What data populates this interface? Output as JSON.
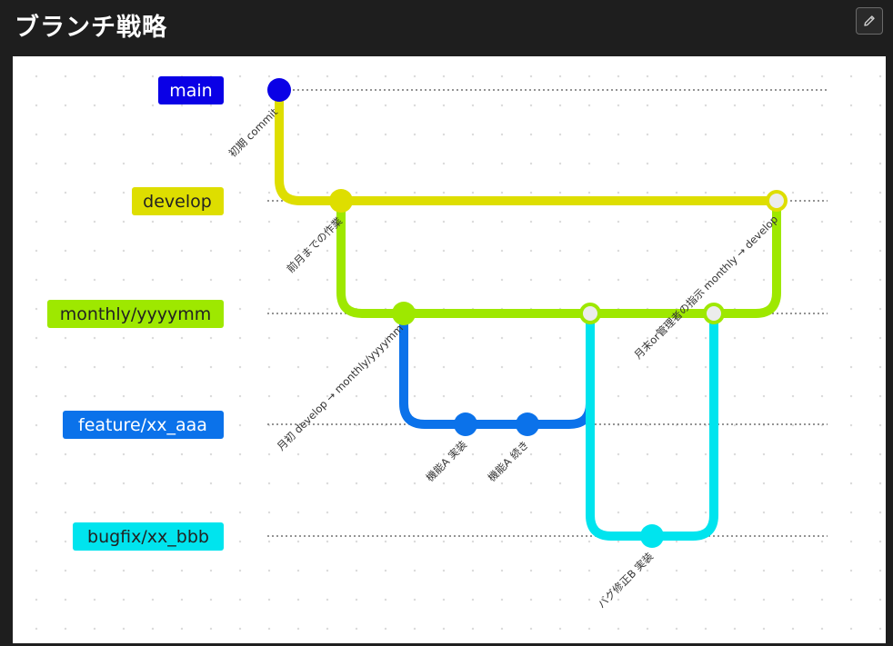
{
  "page": {
    "title": "ブランチ戦略",
    "edit_icon": "pencil-icon"
  },
  "branches": [
    {
      "id": "main",
      "label": "main",
      "color": "#0a00e6",
      "text_color": "#ffffff"
    },
    {
      "id": "develop",
      "label": "develop",
      "color": "#dede00",
      "text_color": "#222222"
    },
    {
      "id": "monthly",
      "label": "monthly/yyyymm",
      "color": "#9ee800",
      "text_color": "#222222"
    },
    {
      "id": "feature",
      "label": "feature/xx_aaa",
      "color": "#0b72ea",
      "text_color": "#ffffff"
    },
    {
      "id": "bugfix",
      "label": "bugfix/xx_bbb",
      "color": "#00e4ee",
      "text_color": "#222222"
    }
  ],
  "commits": [
    {
      "id": "c1",
      "branch": "main",
      "label": "初期 commit"
    },
    {
      "id": "c2",
      "branch": "develop",
      "label": "前月までの作業"
    },
    {
      "id": "c3",
      "branch": "monthly",
      "label": "月初 develop → monthly/yyyymm"
    },
    {
      "id": "c4",
      "branch": "feature",
      "label": "機能A 実装"
    },
    {
      "id": "c5",
      "branch": "feature",
      "label": "機能A 続き"
    },
    {
      "id": "c6",
      "branch": "monthly",
      "label": ""
    },
    {
      "id": "c7",
      "branch": "bugfix",
      "label": "バグ修正B 実装"
    },
    {
      "id": "c8",
      "branch": "monthly",
      "label": "月末or管理者の指示 monthly → develop"
    },
    {
      "id": "c9",
      "branch": "develop",
      "label": ""
    }
  ]
}
